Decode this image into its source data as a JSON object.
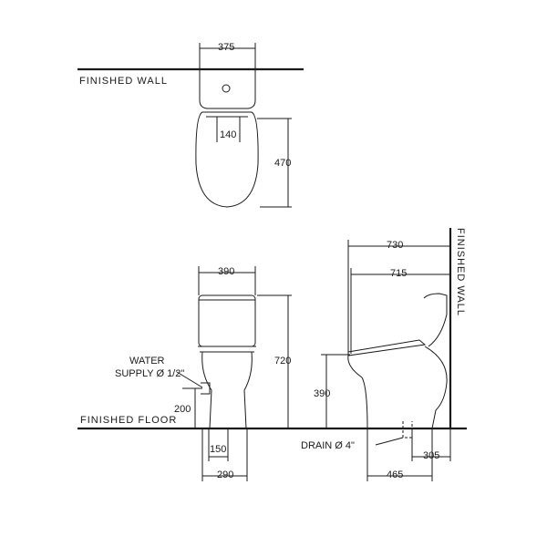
{
  "labels": {
    "finished_wall_top": "FINISHED WALL",
    "finished_wall_side": "FINISHED WALL",
    "finished_floor": "FINISHED FLOOR",
    "water_supply_line1": "WATER",
    "water_supply_line2": "SUPPLY Ø 1/2\"",
    "drain": "DRAIN Ø 4\""
  },
  "dimensions": {
    "top_width": "375",
    "top_inlet": "140",
    "top_depth": "470",
    "front_width": "390",
    "front_height": "720",
    "supply_height": "200",
    "base_width_inner": "150",
    "base_width_outer": "290",
    "side_depth_total": "730",
    "side_depth_seat": "715",
    "seat_height": "390",
    "drain_offset": "305",
    "base_depth": "465"
  },
  "colors": {
    "line": "#1a1a1a",
    "background": "#ffffff"
  }
}
